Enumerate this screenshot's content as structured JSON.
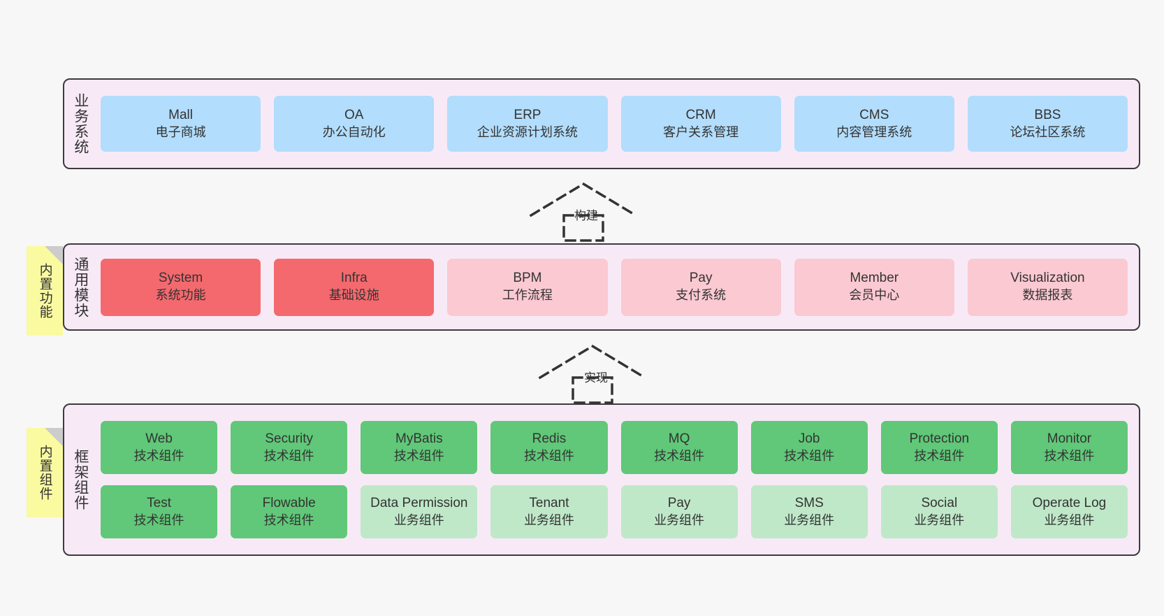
{
  "diagram": {
    "background_color": "#f7f7f7",
    "layer_background": "#f7eaf6",
    "border_color": "#3b3b3b",
    "note_color": "#fafaa0"
  },
  "layers": [
    {
      "id": "business-system",
      "label": "业务系统",
      "rows": [
        {
          "cards": [
            {
              "title": "Mall",
              "subtitle": "电子商城",
              "color": "#b2ddfc",
              "style": "blue"
            },
            {
              "title": "OA",
              "subtitle": "办公自动化",
              "color": "#b2ddfc",
              "style": "blue"
            },
            {
              "title": "ERP",
              "subtitle": "企业资源计划系统",
              "color": "#b2ddfc",
              "style": "blue"
            },
            {
              "title": "CRM",
              "subtitle": "客户关系管理",
              "color": "#b2ddfc",
              "style": "blue"
            },
            {
              "title": "CMS",
              "subtitle": "内容管理系统",
              "color": "#b2ddfc",
              "style": "blue"
            },
            {
              "title": "BBS",
              "subtitle": "论坛社区系统",
              "color": "#b2ddfc",
              "style": "blue"
            }
          ]
        }
      ]
    },
    {
      "id": "common-module",
      "label": "通用模块",
      "note": "内置功能",
      "rows": [
        {
          "cards": [
            {
              "title": "System",
              "subtitle": "系统功能",
              "color": "#f4696e",
              "style": "red"
            },
            {
              "title": "Infra",
              "subtitle": "基础设施",
              "color": "#f4696e",
              "style": "red"
            },
            {
              "title": "BPM",
              "subtitle": "工作流程",
              "color": "#fbc9d2",
              "style": "pink"
            },
            {
              "title": "Pay",
              "subtitle": "支付系统",
              "color": "#fbc9d2",
              "style": "pink"
            },
            {
              "title": "Member",
              "subtitle": "会员中心",
              "color": "#fbc9d2",
              "style": "pink"
            },
            {
              "title": "Visualization",
              "subtitle": "数据报表",
              "color": "#fbc9d2",
              "style": "pink"
            }
          ]
        }
      ]
    },
    {
      "id": "framework-component",
      "label": "框架组件",
      "note": "内置组件",
      "rows": [
        {
          "cards": [
            {
              "title": "Web",
              "subtitle": "技术组件",
              "color": "#60c878",
              "style": "green"
            },
            {
              "title": "Security",
              "subtitle": "技术组件",
              "color": "#60c878",
              "style": "green"
            },
            {
              "title": "MyBatis",
              "subtitle": "技术组件",
              "color": "#60c878",
              "style": "green"
            },
            {
              "title": "Redis",
              "subtitle": "技术组件",
              "color": "#60c878",
              "style": "green"
            },
            {
              "title": "MQ",
              "subtitle": "技术组件",
              "color": "#60c878",
              "style": "green"
            },
            {
              "title": "Job",
              "subtitle": "技术组件",
              "color": "#60c878",
              "style": "green"
            },
            {
              "title": "Protection",
              "subtitle": "技术组件",
              "color": "#60c878",
              "style": "green"
            },
            {
              "title": "Monitor",
              "subtitle": "技术组件",
              "color": "#60c878",
              "style": "green"
            }
          ]
        },
        {
          "cards": [
            {
              "title": "Test",
              "subtitle": "技术组件",
              "color": "#60c878",
              "style": "green"
            },
            {
              "title": "Flowable",
              "subtitle": "技术组件",
              "color": "#60c878",
              "style": "green"
            },
            {
              "title": "Data Permission",
              "subtitle": "业务组件",
              "color": "#bfe8c8",
              "style": "lightgreen"
            },
            {
              "title": "Tenant",
              "subtitle": "业务组件",
              "color": "#bfe8c8",
              "style": "lightgreen"
            },
            {
              "title": "Pay",
              "subtitle": "业务组件",
              "color": "#bfe8c8",
              "style": "lightgreen"
            },
            {
              "title": "SMS",
              "subtitle": "业务组件",
              "color": "#bfe8c8",
              "style": "lightgreen"
            },
            {
              "title": "Social",
              "subtitle": "业务组件",
              "color": "#bfe8c8",
              "style": "lightgreen"
            },
            {
              "title": "Operate Log",
              "subtitle": "业务组件",
              "color": "#bfe8c8",
              "style": "lightgreen"
            }
          ]
        }
      ]
    }
  ],
  "connectors": [
    {
      "id": "build",
      "label": "构建",
      "from": "common-module",
      "to": "business-system"
    },
    {
      "id": "implement",
      "label": "实现",
      "from": "framework-component",
      "to": "common-module"
    }
  ]
}
